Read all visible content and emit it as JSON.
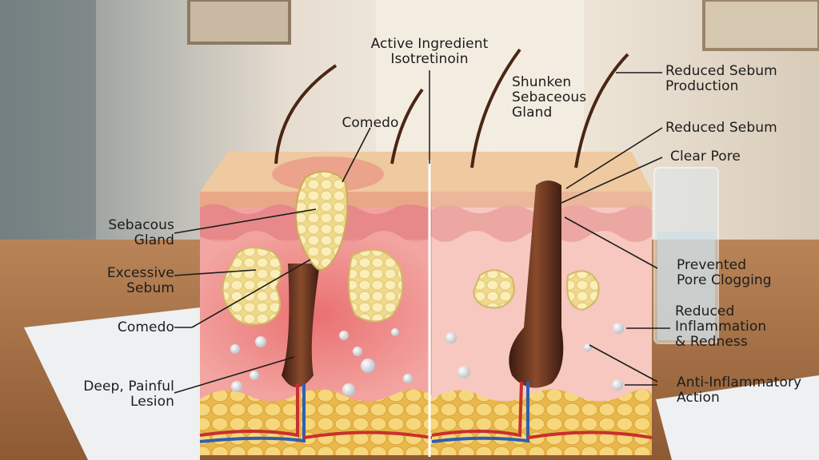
{
  "center_label": "Active Ingredient\nIsotretinoin",
  "left_labels": {
    "comedo_top": "Comedo",
    "sebaceous_gland": "Sebacous\nGland",
    "excessive_sebum": "Excessive\nSebum",
    "comedo": "Comedo",
    "deep_lesion": "Deep, Painful\nLesion"
  },
  "right_labels": {
    "shrunken_gland": "Shunken\nSebaceous\nGland",
    "reduced_production": "Reduced Sebum\nProduction",
    "reduced_sebum": "Reduced Sebum",
    "clear_pore": "Clear Pore",
    "prevented_clogging": "Prevented\nPore Clogging",
    "reduced_inflammation": "Reduced\nInflammation\n& Redness",
    "anti_inflammatory": "Anti-Inflammatory\nAction"
  },
  "colors": {
    "skin_surface": "#efc9a0",
    "dermis_left": "#f2a3a0",
    "dermis_right": "#f6c8c0",
    "sebum": "#f4e2a0",
    "fat": "#f3cf6a",
    "follicle": "#5a2f1e",
    "vessel_red": "#c8302c",
    "vessel_blue": "#2f5fb0"
  }
}
